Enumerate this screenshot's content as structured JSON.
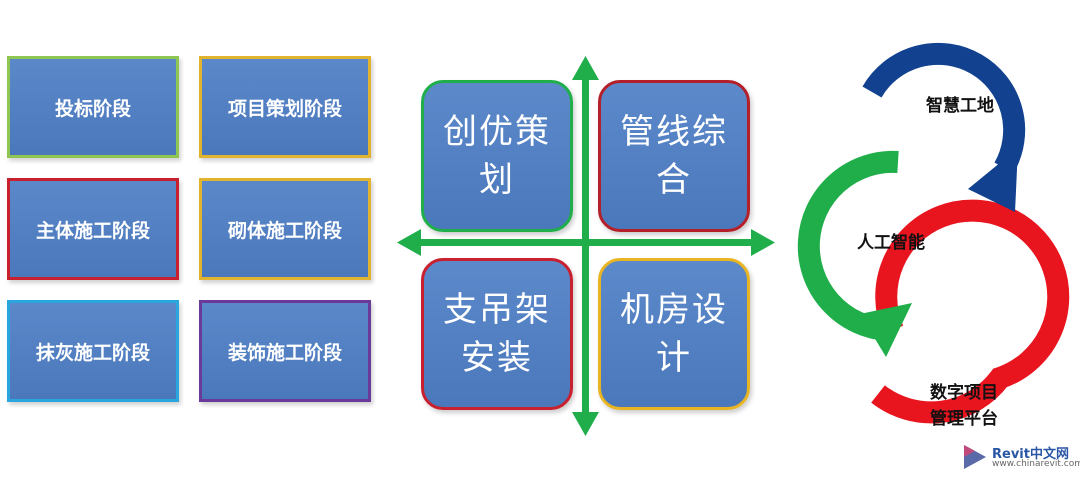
{
  "stages": [
    {
      "label": "投标阶段",
      "border": "#8fc552"
    },
    {
      "label": "项目策划阶段",
      "border": "#e2b32e"
    },
    {
      "label": "主体施工阶段",
      "border": "#c8202e"
    },
    {
      "label": "砌体施工阶段",
      "border": "#e2b32e"
    },
    {
      "label": "抹灰施工阶段",
      "border": "#2aa6df"
    },
    {
      "label": "装饰施工阶段",
      "border": "#6a3a98"
    }
  ],
  "quadrants": [
    {
      "label": "创优策划",
      "border": "#1fae4a"
    },
    {
      "label": "管线综合",
      "border": "#b3202a"
    },
    {
      "label": "支吊架安装",
      "border": "#c8202e"
    },
    {
      "label": "机房设计",
      "border": "#e8b422"
    }
  ],
  "cycle": [
    {
      "label": "智慧工地",
      "color": "#12418f"
    },
    {
      "label": "人工智能",
      "color": "#1fae4a"
    },
    {
      "label": "数字项目\n管理平台",
      "color": "#e8141e"
    }
  ],
  "watermark": {
    "title": "Revit中文网",
    "url": "www.chinarevit.com"
  },
  "colors": {
    "axis": "#1fae4a",
    "box_fill": "#4f7ec0"
  }
}
